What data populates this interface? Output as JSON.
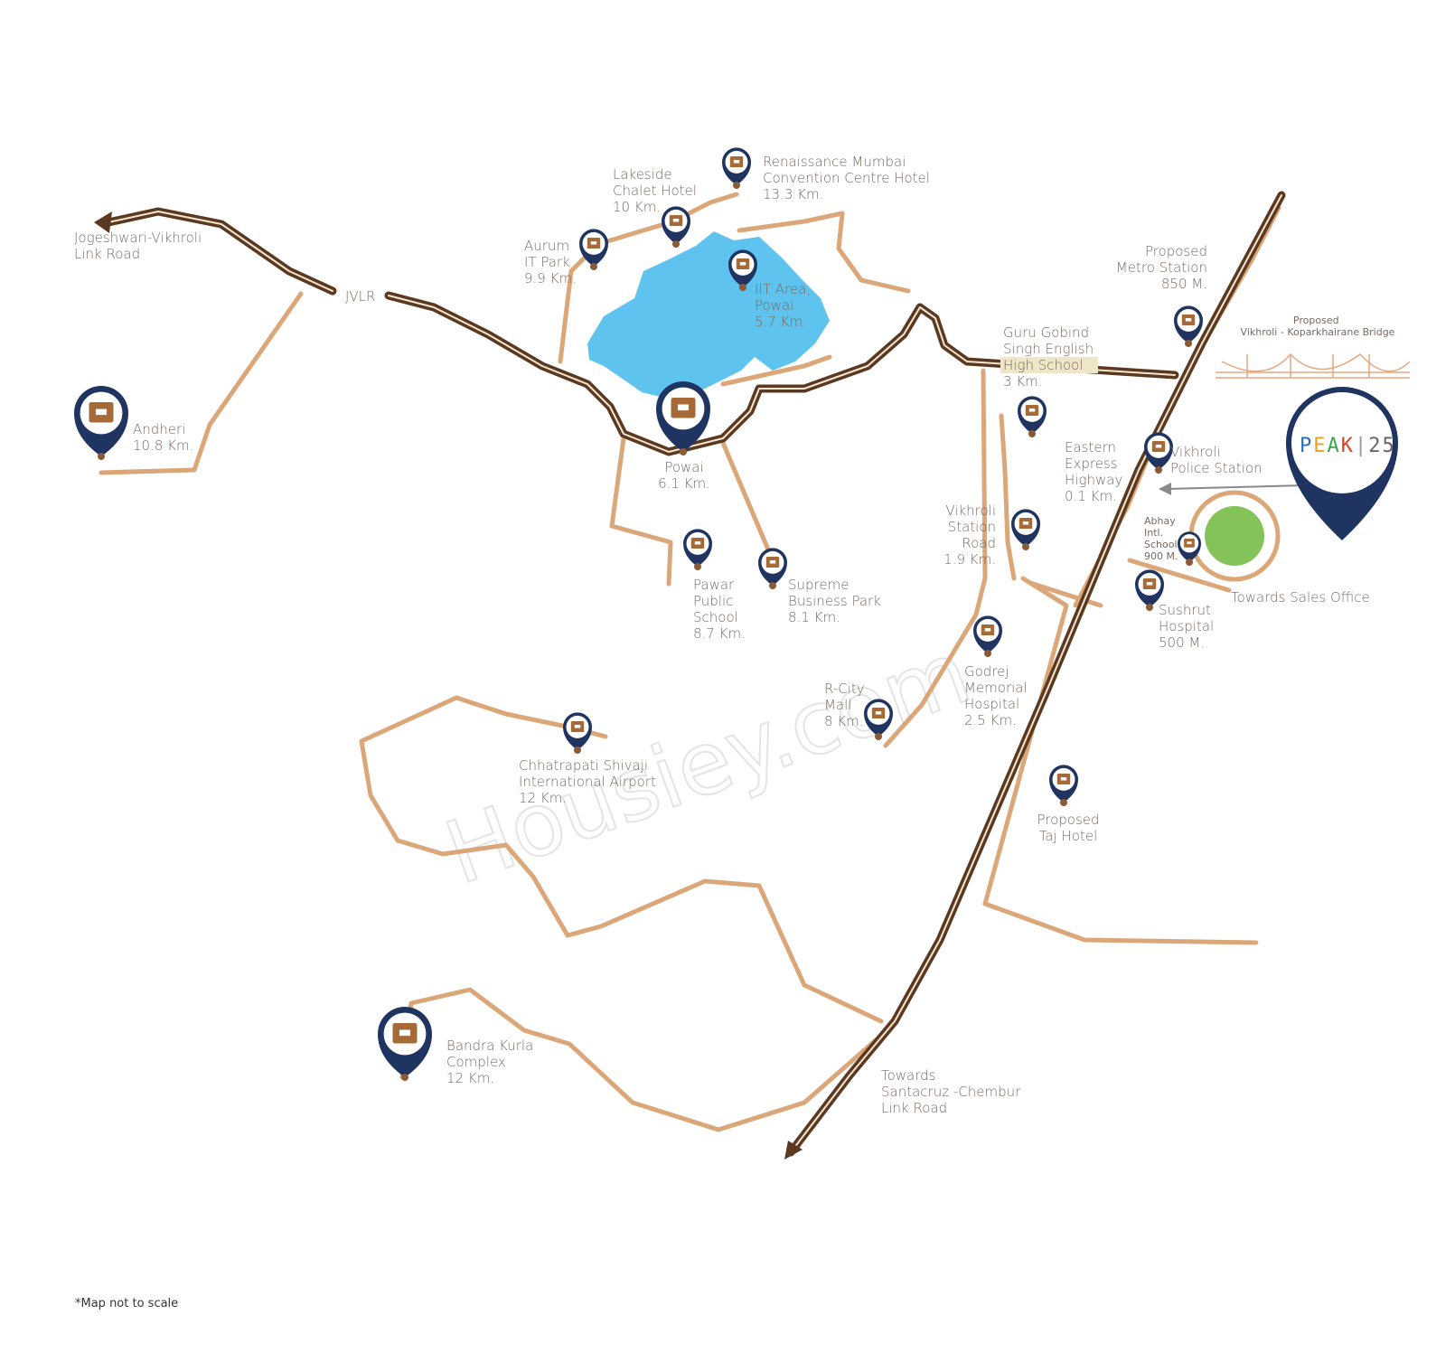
{
  "title_roads": {
    "jvlr_tag": "JVLR",
    "jvlr_full": [
      "Jogeshwari-Vikhroli",
      "Link Road"
    ],
    "eastern": [
      "Eastern",
      "Express",
      "Highway",
      "0.1 Km."
    ],
    "scl": [
      "Towards",
      "Santacruz -Chembur",
      "Link Road"
    ],
    "sales": "Towards Sales Office",
    "bridge": [
      "Proposed",
      "Vikhroli - Koparkhairane Bridge"
    ]
  },
  "places": [
    {
      "key": "andheri",
      "lines": [
        "Andheri",
        "10.8 Km."
      ],
      "icon": "building-icon"
    },
    {
      "key": "lakeside",
      "lines": [
        "Lakeside",
        "Chalet Hotel",
        "10 Km."
      ],
      "icon": "hotel-icon"
    },
    {
      "key": "renaissance",
      "lines": [
        "Renaissance Mumbai",
        "Convention Centre Hotel",
        "13.3 Km."
      ],
      "icon": "hotel-icon"
    },
    {
      "key": "aurum",
      "lines": [
        "Aurum",
        "IT Park",
        "9.9 Km."
      ],
      "icon": "business-icon"
    },
    {
      "key": "iit",
      "lines": [
        "IIT Area,",
        "Powai",
        "5.7 Km."
      ],
      "icon": "business-icon"
    },
    {
      "key": "powai",
      "lines": [
        "Powai",
        "6.1 Km."
      ],
      "icon": "building-icon"
    },
    {
      "key": "pawar",
      "lines": [
        "Pawar",
        "Public",
        "School",
        "8.7 Km."
      ],
      "icon": "school-icon"
    },
    {
      "key": "supreme",
      "lines": [
        "Supreme",
        "Business Park",
        "8.1 Km."
      ],
      "icon": "business-icon"
    },
    {
      "key": "metro",
      "lines": [
        "Proposed",
        "Metro Station",
        "850 M."
      ],
      "icon": "train-icon"
    },
    {
      "key": "guru",
      "lines": [
        "Guru Gobind",
        "Singh English",
        "High School",
        "3 Km."
      ],
      "icon": "school-icon"
    },
    {
      "key": "police",
      "lines": [
        "Vikhroli",
        "Police Station"
      ],
      "icon": "police-icon"
    },
    {
      "key": "vikhroli_station",
      "lines": [
        "Vikhroli",
        "Station",
        "Road",
        "1.9 Km."
      ],
      "icon": "station-icon"
    },
    {
      "key": "abhay",
      "lines": [
        "Abhay",
        "Intl.",
        "School",
        "900 M."
      ],
      "icon": "school-icon"
    },
    {
      "key": "sushrut",
      "lines": [
        "Sushrut",
        "Hospital",
        "500 M."
      ],
      "icon": "hospital-icon"
    },
    {
      "key": "godrej",
      "lines": [
        "Godrej",
        "Memorial",
        "Hospital",
        "2.5 Km."
      ],
      "icon": "hospital-icon"
    },
    {
      "key": "rcity",
      "lines": [
        "R-City",
        "Mall",
        "8 Km."
      ],
      "icon": "cart-icon"
    },
    {
      "key": "airport",
      "lines": [
        "Chhatrapati Shivaji",
        "International Airport",
        "12 Km."
      ],
      "icon": "plane-icon"
    },
    {
      "key": "taj",
      "lines": [
        "Proposed",
        "Taj Hotel"
      ],
      "icon": "hotel-icon"
    },
    {
      "key": "bkc",
      "lines": [
        "Bandra Kurla",
        "Complex",
        "12 Km."
      ],
      "icon": "office-icon"
    }
  ],
  "project": {
    "logo_left": "PEAK",
    "logo_right": "25",
    "logo_colors": [
      "#2e6db4",
      "#e8a31e",
      "#3aa54a",
      "#d8412a"
    ]
  },
  "footnote": "*Map not to scale",
  "watermark": "Housiey.com",
  "colors": {
    "lake": "#5ec3ef",
    "road": "#dba779",
    "highway": "#5a3920",
    "pin": "#1f3461",
    "green": "#84c25a"
  }
}
